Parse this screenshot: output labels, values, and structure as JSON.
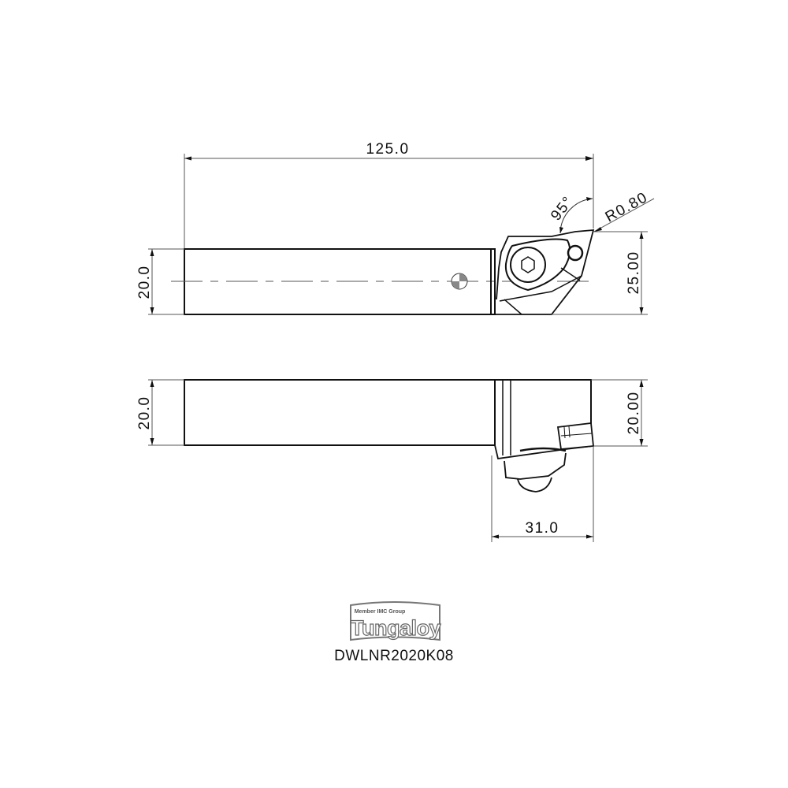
{
  "drawing": {
    "top_view": {
      "length_dim": "125.0",
      "height_dim": "20.0",
      "overall_height_dim": "25.00",
      "angle_dim": "95°",
      "radius_dim": "R0.80"
    },
    "side_view": {
      "height_dim": "20.0",
      "overall_height_dim": "20.00",
      "width_dim": "31.0"
    },
    "colors": {
      "line": "#111111",
      "dim_line": "#555555",
      "background": "#ffffff"
    }
  },
  "logo": {
    "tagline": "Member IMC Group",
    "brand": "Tungaloy"
  },
  "part_number": "DWLNR2020K08"
}
